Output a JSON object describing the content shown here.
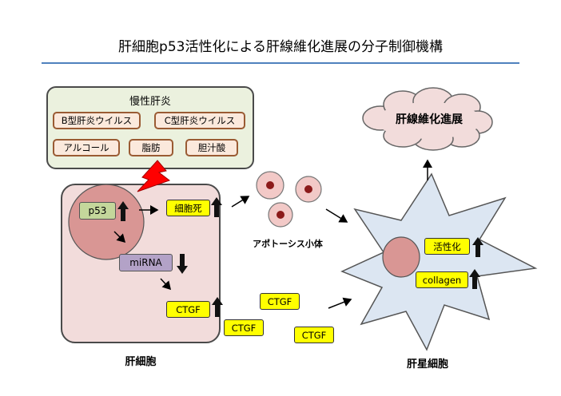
{
  "title": "肝細胞p53活性化による肝線維化進展の分子制御機構",
  "hepatitis": {
    "title": "慢性肝炎",
    "causes": [
      "B型肝炎ウイルス",
      "C型肝炎ウイルス",
      "アルコール",
      "脂肪",
      "胆汁酸"
    ]
  },
  "hepatocyte": {
    "label": "肝細胞",
    "p53": "p53",
    "cell_death": "細胞死",
    "mirna": "miRNA",
    "ctgf": "CTGF"
  },
  "secreted_ctgf": [
    "CTGF",
    "CTGF",
    "CTGF"
  ],
  "apoptotic_body_label": "アポトーシス小体",
  "stellate": {
    "label": "肝星細胞",
    "activation": "活性化",
    "collagen": "collagen"
  },
  "fibrosis_label": "肝線維化進展",
  "colors": {
    "rule": "#4f81bd",
    "hepatitis_bg": "#ebf1de",
    "cause_pill": "#fbe9dc",
    "hepatocyte_bg": "#f2dcdb",
    "nucleus": "#d99694",
    "highlight": "#ffff00",
    "p53_box": "#c4d79b",
    "mirna_box": "#b3a2c7",
    "stellate_bg": "#dce6f2",
    "lightning": "#ff0000"
  }
}
